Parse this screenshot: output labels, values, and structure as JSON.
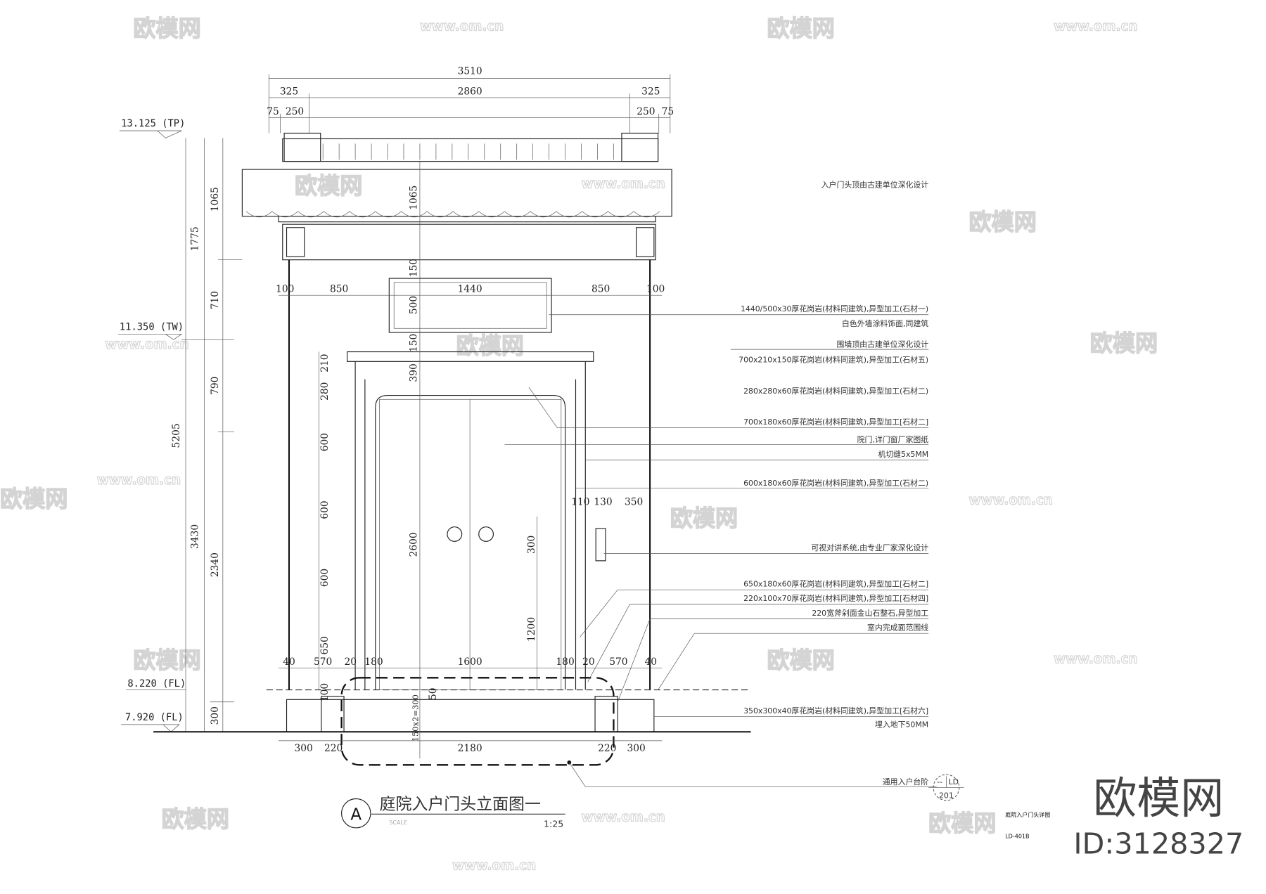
{
  "drawing": {
    "title": "庭院入户门头立面图一",
    "label": "A",
    "scale_label": "SCALE",
    "scale": "1:25",
    "sheet_title": "庭院入户门头详图",
    "sheet_no": "LD-401B"
  },
  "levels": [
    "13.125 (TP)",
    "11.350 (TW)",
    "8.220 (FL)",
    "7.920 (FL)"
  ],
  "dims_top": {
    "total": "3510",
    "left": "325",
    "mid": "2860",
    "right": "325",
    "l75": "75",
    "l250": "250",
    "r250": "250",
    "r75": "75"
  },
  "dims_left": {
    "d5205": "5205",
    "d1775": "1775",
    "d3430": "3430",
    "d1065": "1065",
    "d710": "710",
    "d790": "790",
    "d2340": "2340",
    "d300": "300"
  },
  "dims_inner": {
    "row1": [
      "100",
      "850",
      "1440",
      "850",
      "100"
    ],
    "row2": [
      "40",
      "570",
      "20",
      "180",
      "1600",
      "180",
      "20",
      "570",
      "40"
    ],
    "row3": [
      "300",
      "220",
      "2180",
      "220",
      "300"
    ],
    "side": [
      "110",
      "130",
      "350"
    ],
    "vert": [
      "1065",
      "150",
      "500",
      "150",
      "390",
      "210",
      "280",
      "600",
      "600",
      "600",
      "650",
      "2600",
      "300",
      "1200",
      "100",
      "50",
      "150x2=300"
    ]
  },
  "notes": [
    "入户门头顶由古建单位深化设计",
    "1440/500x30厚花岗岩(材料同建筑),异型加工(石材一)",
    "白色外墙涂料饰面,同建筑",
    "围墙顶由古建单位深化设计",
    "700x210x150厚花岗岩(材料同建筑),异型加工(石材五)",
    "280x280x60厚花岗岩(材料同建筑),异型加工(石材二)",
    "700x180x60厚花岗岩(材料同建筑),异型加工[石材二]",
    "院门,详门窗厂家图纸",
    "机切缝5x5MM",
    "600x180x60厚花岗岩(材料同建筑),异型加工(石材二)",
    "可视对讲系统,由专业厂家深化设计",
    "650x180x60厚花岗岩(材料同建筑),异型加工[石材二]",
    "220x100x70厚花岗岩(材料同建筑),异型加工[石材四]",
    "220宽斧剁面金山石整石,异型加工",
    "室内完成面范围线",
    "350x300x40厚花岗岩(材料同建筑),异型加工[石材六]",
    "埋入地下50MM",
    "通用入户台阶"
  ],
  "detail_ref": {
    "top": "--",
    "right": "LD",
    "bottom": "201"
  },
  "watermark": {
    "brand": "欧模网",
    "url": "www.om.cn",
    "id": "ID:3128327"
  }
}
